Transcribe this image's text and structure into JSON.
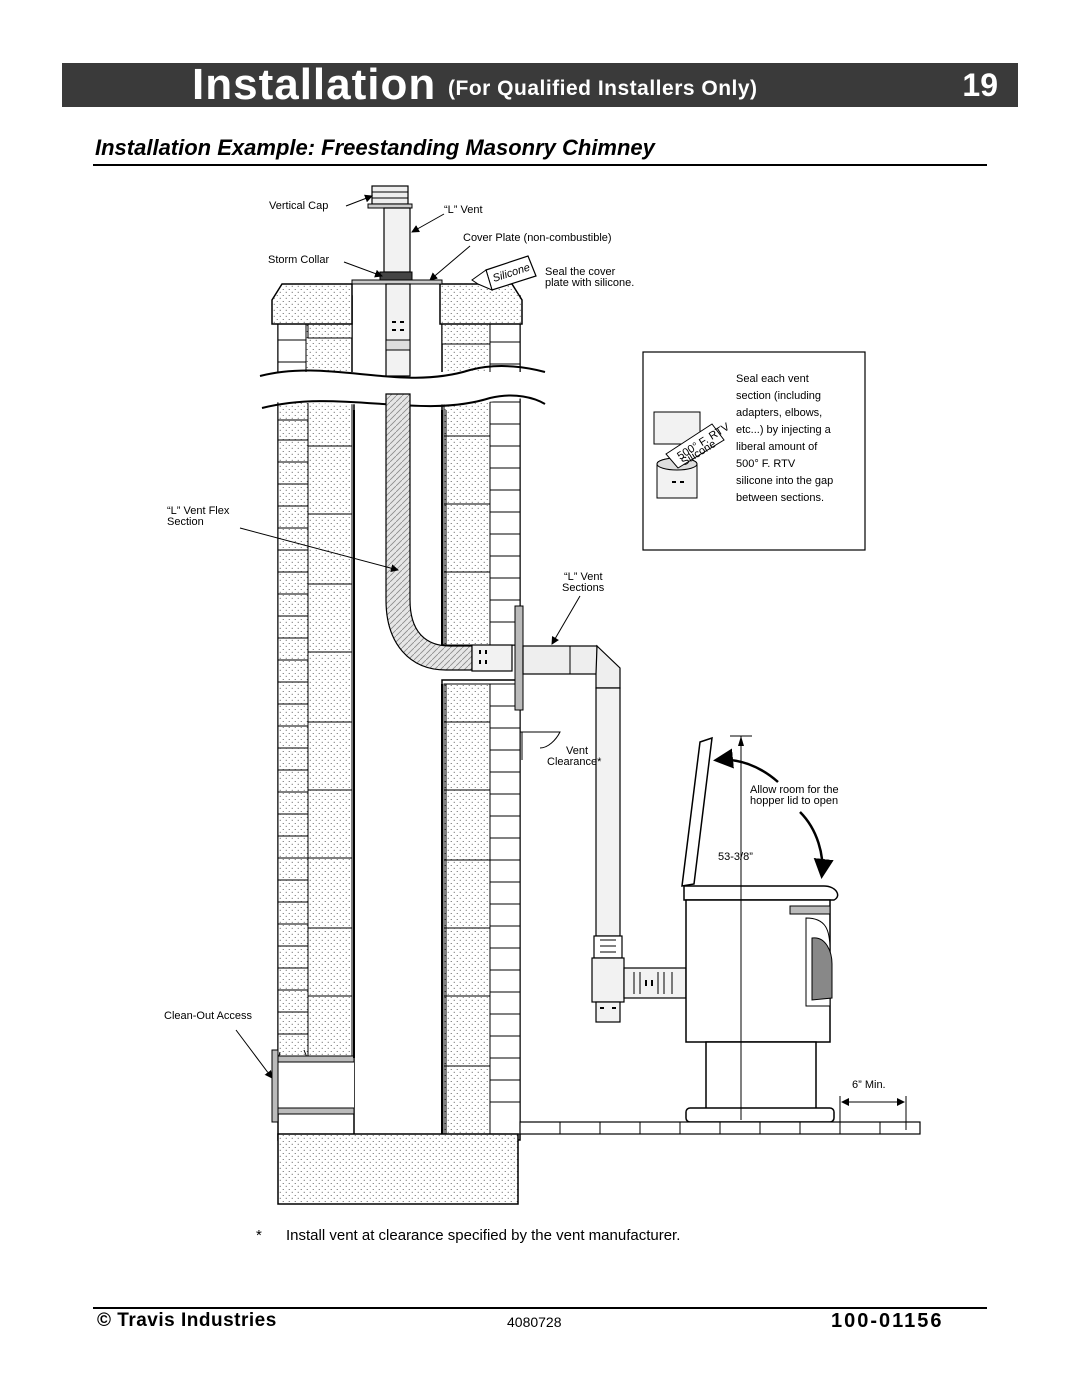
{
  "header": {
    "title": "Installation",
    "subtitle": "(For Qualified Installers Only)",
    "page_number": "19"
  },
  "section_title": "Installation Example: Freestanding Masonry Chimney",
  "labels": {
    "vertical_cap": "Vertical Cap",
    "l_vent": "“L” Vent",
    "cover_plate": "Cover Plate (non-combustible)",
    "storm_collar": "Storm Collar",
    "silicone": "Silicone",
    "seal_cover_1": "Seal the cover",
    "seal_cover_2": "plate with silicone.",
    "flex_1": "“L” Vent Flex",
    "flex_2": "Section",
    "sections_1": "“L” Vent",
    "sections_2": "Sections",
    "clearance_1": "Vent",
    "clearance_2": "Clearance*",
    "hopper_1": "Allow room for the",
    "hopper_2": "hopper lid to open",
    "height": "53-3/8”",
    "min": "6” Min.",
    "clean_out": "Clean-Out Access",
    "tube_label": "500° F. RTV",
    "tube_label_2": "Silicone"
  },
  "callout_lines": [
    "Seal each vent",
    "section (including",
    "adapters, elbows,",
    "etc...) by injecting a",
    "liberal amount of",
    "500° F. RTV",
    "silicone into the gap",
    "between sections."
  ],
  "footnote": {
    "marker": "*",
    "text": "Install vent at clearance specified by the vent manufacturer."
  },
  "footer": {
    "copyright": "© Travis Industries",
    "code": "4080728",
    "doc_number": "100-01156"
  }
}
